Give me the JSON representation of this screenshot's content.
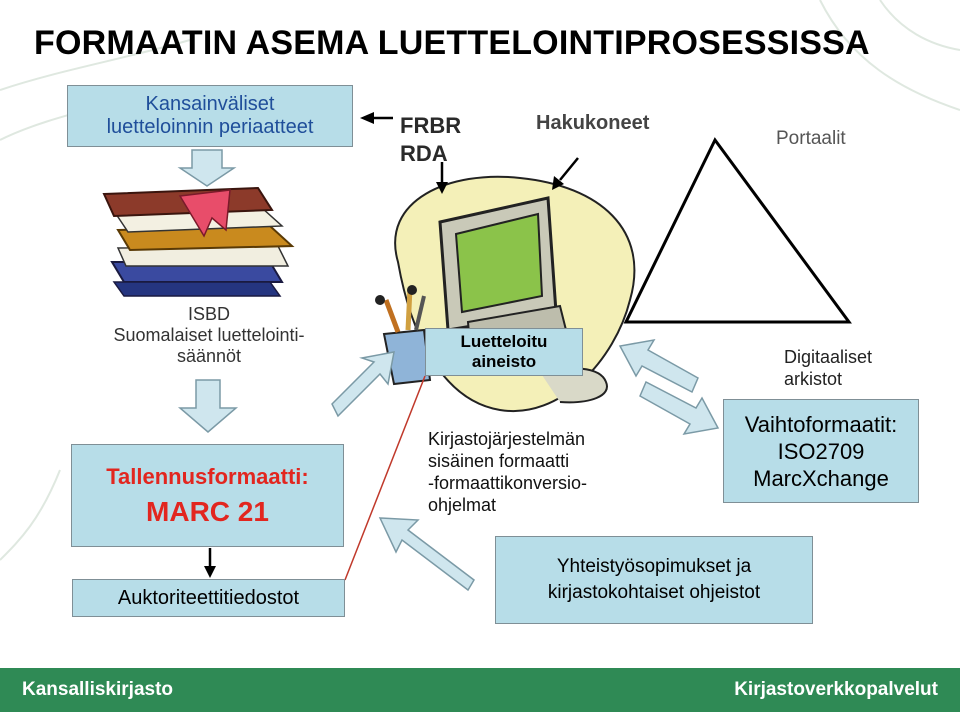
{
  "title": "FORMAATIN ASEMA LUETTELOINTIPROSESSISSA",
  "intl_principles": {
    "line1": "Kansainväliset",
    "line2": "luetteloinnin periaatteet"
  },
  "frbr": "FRBR",
  "rda": "RDA",
  "hakukoneet": "Hakukoneet",
  "portaalit": "Portaalit",
  "isbd": {
    "line1": "ISBD",
    "line2": "Suomalaiset luettelointi-",
    "line3": "säännöt"
  },
  "storage_format": {
    "label": "Tallennusformaatti:",
    "value": "MARC 21"
  },
  "authority": "Auktoriteettitiedostot",
  "catalogued": {
    "line1": "Luetteloitu",
    "line2": "aineisto"
  },
  "library_system": {
    "line1": "Kirjastojärjestelmän",
    "line2": "sisäinen formaatti",
    "line3": "-formaattikonversio-",
    "line4": "ohjelmat"
  },
  "digital_archives": {
    "line1": "Digitaaliset",
    "line2": "arkistot"
  },
  "exchange_formats": {
    "line1": "Vaihtoformaatit:",
    "line2": "ISO2709",
    "line3": "MarcXchange"
  },
  "cooperation": {
    "line1": "Yhteistyösopimukset ja",
    "line2": "kirjastokohtaiset ohjeistot"
  },
  "footer": {
    "left": "Kansalliskirjasto",
    "right": "Kirjastoverkkopalvelut"
  },
  "colors": {
    "box_fill": "#b7dde8",
    "intl_text": "#1f4e9a",
    "marc_text": "#e2261f",
    "footer_bg": "#2f8a55",
    "arrow_fill": "#cfe6ee"
  }
}
